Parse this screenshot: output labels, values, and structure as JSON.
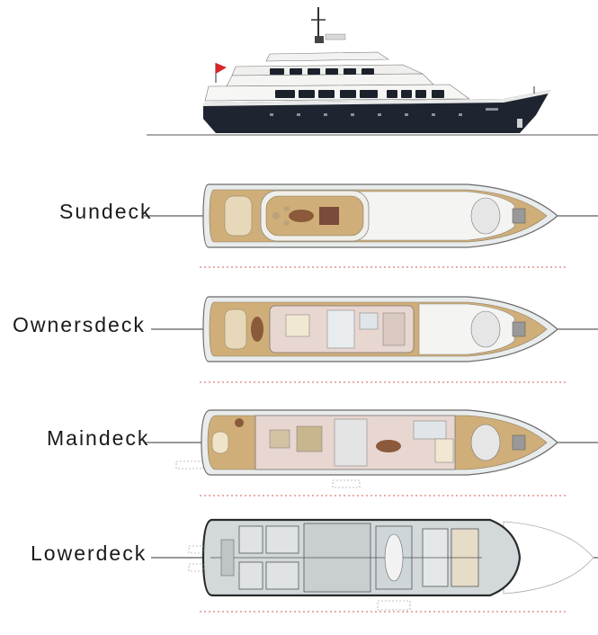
{
  "decks": [
    {
      "id": "sundeck",
      "label": "Sundeck"
    },
    {
      "id": "ownersdeck",
      "label": "Ownersdeck"
    },
    {
      "id": "maindeck",
      "label": "Maindeck"
    },
    {
      "id": "lowerdeck",
      "label": "Lowerdeck"
    }
  ],
  "colors": {
    "hull_dark": "#1e2530",
    "superstructure": "#f4f4f2",
    "teak": "#cfae79",
    "interior_floor": "#e8d6d0",
    "lower_floor": "#d3d8db",
    "scale_red": "#d45a5a",
    "outline": "#6a6a6a"
  },
  "icons": [
    "ship-profile-icon",
    "flag-icon",
    "mast-icon"
  ]
}
